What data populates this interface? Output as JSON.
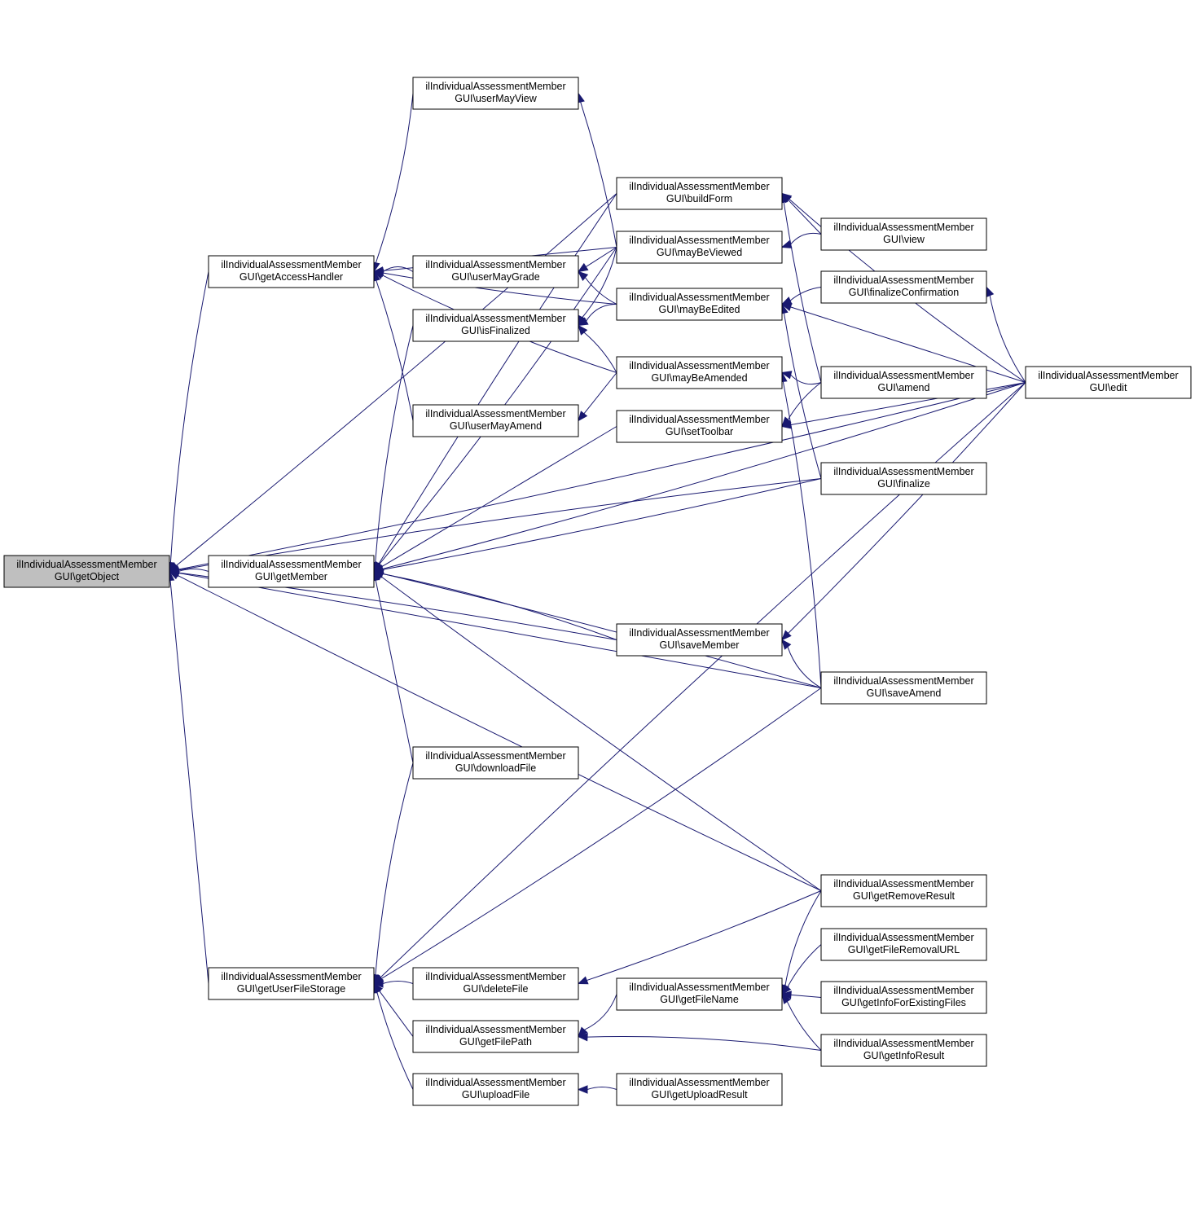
{
  "diagram": {
    "colors": {
      "edge": "#191970",
      "root_fill": "#bfbfbf",
      "node_fill": "#ffffff",
      "node_border": "#000000"
    },
    "nodes": [
      {
        "id": "getObject",
        "line1": "ilIndividualAssessmentMember",
        "line2": "GUI\\getObject",
        "root": true
      },
      {
        "id": "getAccessHandler",
        "line1": "ilIndividualAssessmentMember",
        "line2": "GUI\\getAccessHandler"
      },
      {
        "id": "getMember",
        "line1": "ilIndividualAssessmentMember",
        "line2": "GUI\\getMember"
      },
      {
        "id": "getUserFileStorage",
        "line1": "ilIndividualAssessmentMember",
        "line2": "GUI\\getUserFileStorage"
      },
      {
        "id": "userMayView",
        "line1": "ilIndividualAssessmentMember",
        "line2": "GUI\\userMayView"
      },
      {
        "id": "userMayGrade",
        "line1": "ilIndividualAssessmentMember",
        "line2": "GUI\\userMayGrade"
      },
      {
        "id": "isFinalized",
        "line1": "ilIndividualAssessmentMember",
        "line2": "GUI\\isFinalized"
      },
      {
        "id": "userMayAmend",
        "line1": "ilIndividualAssessmentMember",
        "line2": "GUI\\userMayAmend"
      },
      {
        "id": "downloadFile",
        "line1": "ilIndividualAssessmentMember",
        "line2": "GUI\\downloadFile"
      },
      {
        "id": "deleteFile",
        "line1": "ilIndividualAssessmentMember",
        "line2": "GUI\\deleteFile"
      },
      {
        "id": "getFilePath",
        "line1": "ilIndividualAssessmentMember",
        "line2": "GUI\\getFilePath"
      },
      {
        "id": "uploadFile",
        "line1": "ilIndividualAssessmentMember",
        "line2": "GUI\\uploadFile"
      },
      {
        "id": "buildForm",
        "line1": "ilIndividualAssessmentMember",
        "line2": "GUI\\buildForm"
      },
      {
        "id": "mayBeViewed",
        "line1": "ilIndividualAssessmentMember",
        "line2": "GUI\\mayBeViewed"
      },
      {
        "id": "mayBeEdited",
        "line1": "ilIndividualAssessmentMember",
        "line2": "GUI\\mayBeEdited"
      },
      {
        "id": "mayBeAmended",
        "line1": "ilIndividualAssessmentMember",
        "line2": "GUI\\mayBeAmended"
      },
      {
        "id": "setToolbar",
        "line1": "ilIndividualAssessmentMember",
        "line2": "GUI\\setToolbar"
      },
      {
        "id": "saveMember",
        "line1": "ilIndividualAssessmentMember",
        "line2": "GUI\\saveMember"
      },
      {
        "id": "getFileName",
        "line1": "ilIndividualAssessmentMember",
        "line2": "GUI\\getFileName"
      },
      {
        "id": "getUploadResult",
        "line1": "ilIndividualAssessmentMember",
        "line2": "GUI\\getUploadResult"
      },
      {
        "id": "view",
        "line1": "ilIndividualAssessmentMember",
        "line2": "GUI\\view"
      },
      {
        "id": "finalizeConfirmation",
        "line1": "ilIndividualAssessmentMember",
        "line2": "GUI\\finalizeConfirmation"
      },
      {
        "id": "amend",
        "line1": "ilIndividualAssessmentMember",
        "line2": "GUI\\amend"
      },
      {
        "id": "finalize",
        "line1": "ilIndividualAssessmentMember",
        "line2": "GUI\\finalize"
      },
      {
        "id": "saveAmend",
        "line1": "ilIndividualAssessmentMember",
        "line2": "GUI\\saveAmend"
      },
      {
        "id": "getRemoveResult",
        "line1": "ilIndividualAssessmentMember",
        "line2": "GUI\\getRemoveResult"
      },
      {
        "id": "getFileRemovalURL",
        "line1": "ilIndividualAssessmentMember",
        "line2": "GUI\\getFileRemovalURL"
      },
      {
        "id": "getInfoForExistingFiles",
        "line1": "ilIndividualAssessmentMember",
        "line2": "GUI\\getInfoForExistingFiles"
      },
      {
        "id": "getInfoResult",
        "line1": "ilIndividualAssessmentMember",
        "line2": "GUI\\getInfoResult"
      },
      {
        "id": "edit",
        "line1": "ilIndividualAssessmentMember",
        "line2": "GUI\\edit"
      }
    ],
    "edges": [
      {
        "from": "getAccessHandler",
        "to": "getObject"
      },
      {
        "from": "getMember",
        "to": "getObject"
      },
      {
        "from": "getUserFileStorage",
        "to": "getObject"
      },
      {
        "from": "buildForm",
        "to": "getObject"
      },
      {
        "from": "edit",
        "to": "getObject"
      },
      {
        "from": "finalize",
        "to": "getObject"
      },
      {
        "from": "saveMember",
        "to": "getObject"
      },
      {
        "from": "saveAmend",
        "to": "getObject"
      },
      {
        "from": "getRemoveResult",
        "to": "getObject"
      },
      {
        "from": "userMayView",
        "to": "getAccessHandler"
      },
      {
        "from": "userMayGrade",
        "to": "getAccessHandler"
      },
      {
        "from": "userMayAmend",
        "to": "getAccessHandler"
      },
      {
        "from": "mayBeViewed",
        "to": "getAccessHandler"
      },
      {
        "from": "mayBeEdited",
        "to": "getAccessHandler"
      },
      {
        "from": "mayBeAmended",
        "to": "getAccessHandler"
      },
      {
        "from": "isFinalized",
        "to": "getMember"
      },
      {
        "from": "buildForm",
        "to": "getMember"
      },
      {
        "from": "setToolbar",
        "to": "getMember"
      },
      {
        "from": "finalize",
        "to": "getMember"
      },
      {
        "from": "edit",
        "to": "getMember"
      },
      {
        "from": "saveMember",
        "to": "getMember"
      },
      {
        "from": "saveAmend",
        "to": "getMember"
      },
      {
        "from": "downloadFile",
        "to": "getMember"
      },
      {
        "from": "getRemoveResult",
        "to": "getMember"
      },
      {
        "from": "mayBeViewed",
        "to": "getMember"
      },
      {
        "from": "downloadFile",
        "to": "getUserFileStorage"
      },
      {
        "from": "deleteFile",
        "to": "getUserFileStorage"
      },
      {
        "from": "getFilePath",
        "to": "getUserFileStorage"
      },
      {
        "from": "uploadFile",
        "to": "getUserFileStorage"
      },
      {
        "from": "saveAmend",
        "to": "getUserFileStorage"
      },
      {
        "from": "edit",
        "to": "getUserFileStorage"
      },
      {
        "from": "mayBeViewed",
        "to": "userMayView"
      },
      {
        "from": "mayBeViewed",
        "to": "userMayGrade"
      },
      {
        "from": "mayBeEdited",
        "to": "userMayGrade"
      },
      {
        "from": "mayBeViewed",
        "to": "isFinalized"
      },
      {
        "from": "mayBeEdited",
        "to": "isFinalized"
      },
      {
        "from": "mayBeAmended",
        "to": "isFinalized"
      },
      {
        "from": "mayBeAmended",
        "to": "userMayAmend"
      },
      {
        "from": "getRemoveResult",
        "to": "deleteFile"
      },
      {
        "from": "getFileName",
        "to": "getFilePath"
      },
      {
        "from": "getInfoResult",
        "to": "getFilePath"
      },
      {
        "from": "getUploadResult",
        "to": "uploadFile"
      },
      {
        "from": "view",
        "to": "buildForm"
      },
      {
        "from": "amend",
        "to": "buildForm"
      },
      {
        "from": "edit",
        "to": "buildForm"
      },
      {
        "from": "view",
        "to": "mayBeViewed"
      },
      {
        "from": "finalizeConfirmation",
        "to": "mayBeEdited"
      },
      {
        "from": "edit",
        "to": "mayBeEdited"
      },
      {
        "from": "finalize",
        "to": "mayBeEdited"
      },
      {
        "from": "amend",
        "to": "mayBeAmended"
      },
      {
        "from": "saveAmend",
        "to": "mayBeAmended"
      },
      {
        "from": "amend",
        "to": "setToolbar"
      },
      {
        "from": "edit",
        "to": "setToolbar"
      },
      {
        "from": "edit",
        "to": "saveMember"
      },
      {
        "from": "saveAmend",
        "to": "saveMember"
      },
      {
        "from": "getRemoveResult",
        "to": "getFileName"
      },
      {
        "from": "getFileRemovalURL",
        "to": "getFileName"
      },
      {
        "from": "getInfoForExistingFiles",
        "to": "getFileName"
      },
      {
        "from": "getInfoResult",
        "to": "getFileName"
      },
      {
        "from": "edit",
        "to": "finalizeConfirmation"
      }
    ]
  }
}
